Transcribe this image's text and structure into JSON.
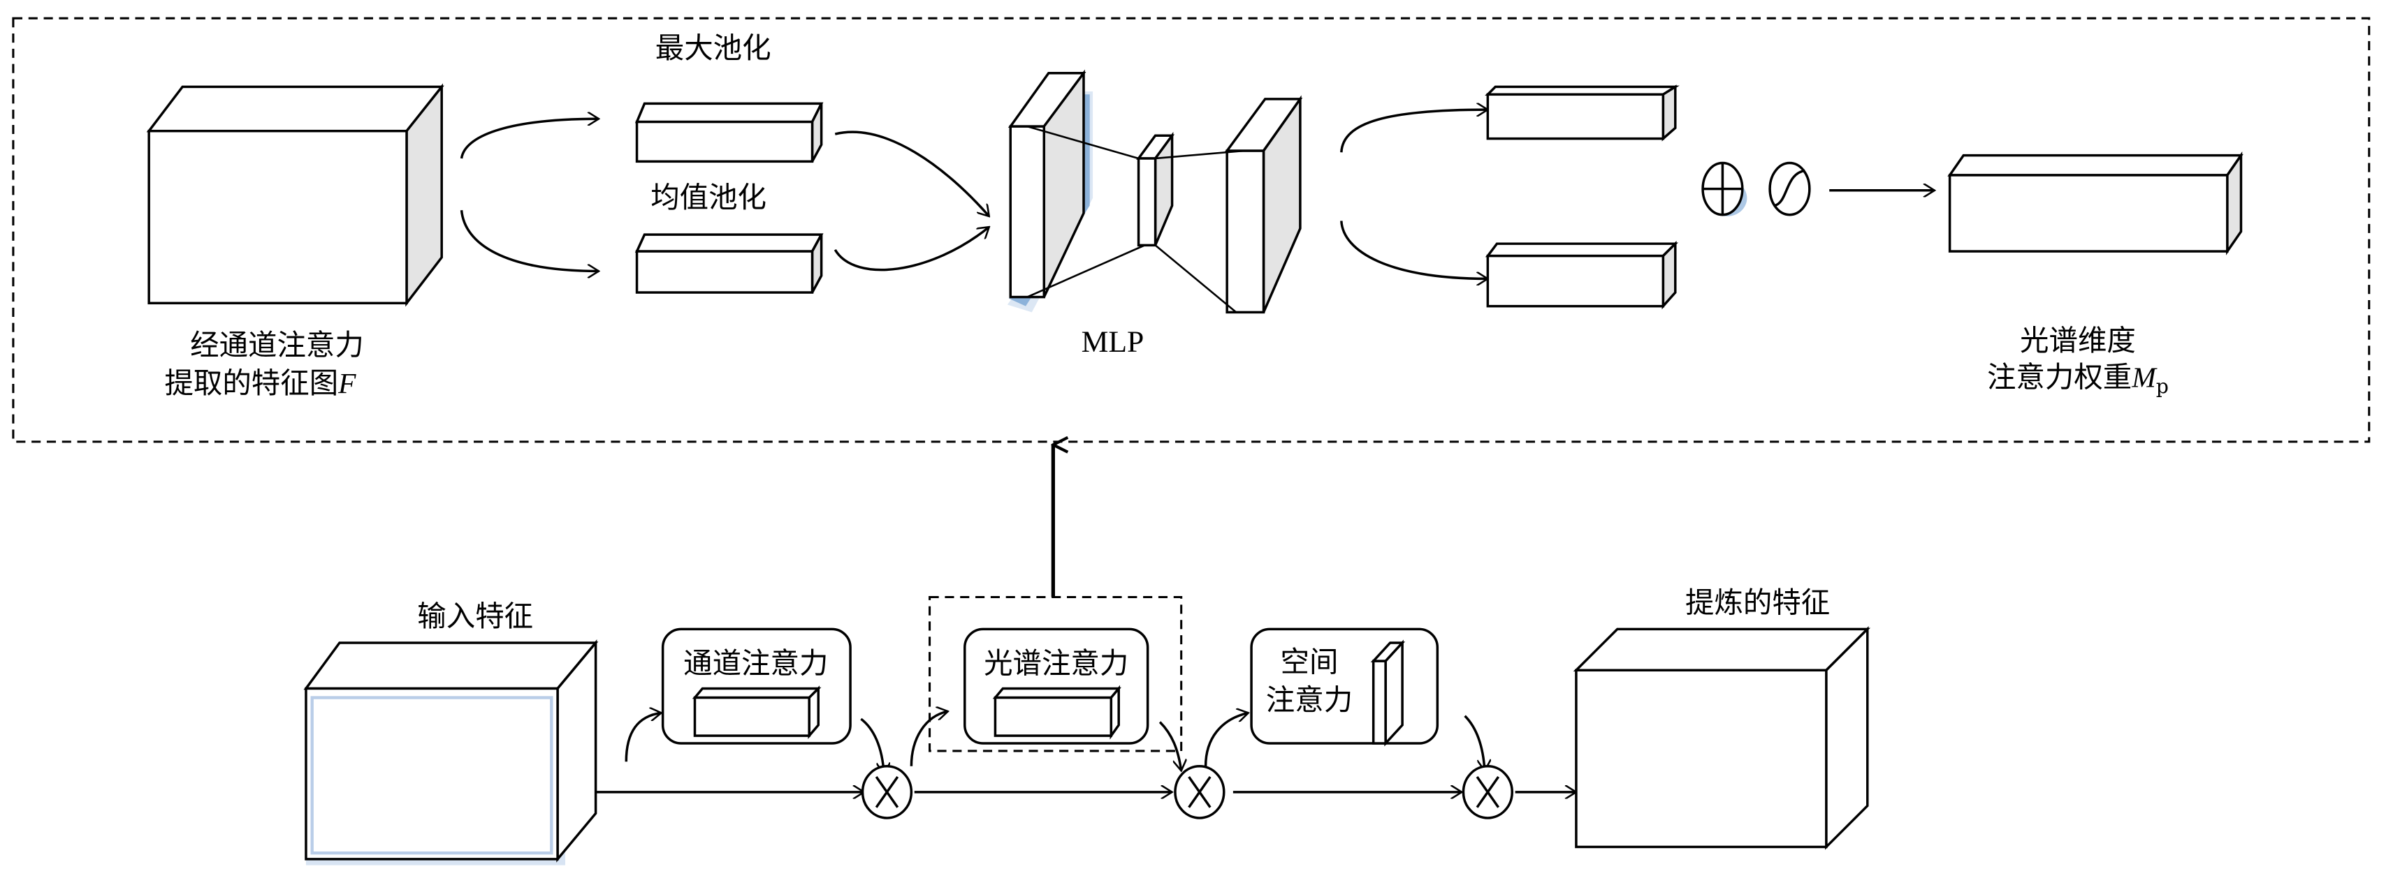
{
  "diagram": {
    "top_panel": {
      "input_label_line1": "经通道注意力",
      "input_label_line2": "提取的特征图",
      "input_symbol": "F",
      "max_pool_label": "最大池化",
      "avg_pool_label": "均值池化",
      "mlp_label": "MLP",
      "add_operator": "⊕",
      "sigmoid_operator": "sigmoid",
      "output_label_line1": "光谱维度",
      "output_label_line2": "注意力权重",
      "output_symbol": "M",
      "output_subscript": "p"
    },
    "bottom_panel": {
      "input_label": "输入特征",
      "channel_attention_label": "通道注意力",
      "spectral_attention_label": "光谱注意力",
      "spatial_attention_line1": "空间",
      "spatial_attention_line2": "注意力",
      "output_label": "提炼的特征",
      "multiply_operator": "⊗"
    },
    "colors": {
      "stroke": "#000000",
      "side_fill": "#e4e4e4",
      "highlight_blue": "#4a86c5"
    }
  }
}
